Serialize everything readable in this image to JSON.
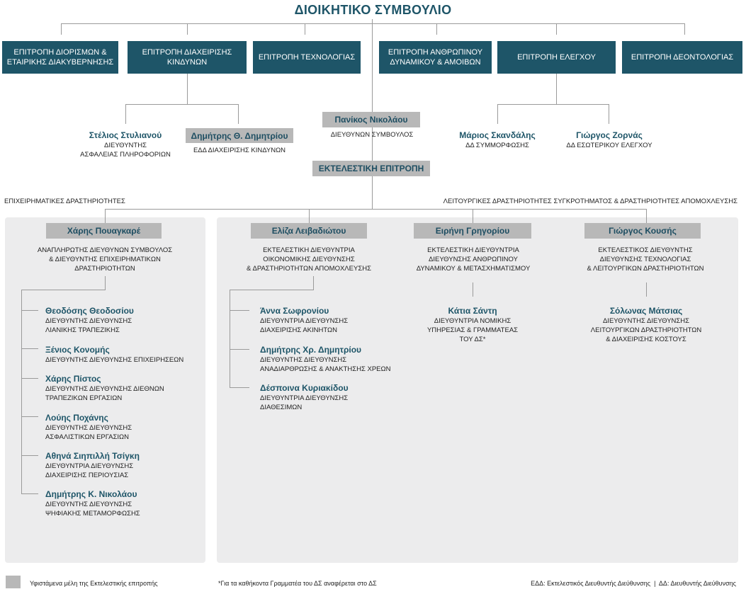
{
  "title": "ΔΙΟΙΚΗΤΙΚΟ ΣΥΜΒΟΥΛΙΟ",
  "committees": [
    "ΕΠΙΤΡΟΠΗ ΔΙΟΡΙΣΜΩΝ &\nΕΤΑΙΡΙΚΗΣ ΔΙΑΚΥΒΕΡΝΗΣΗΣ",
    "ΕΠΙΤΡΟΠΗ ΔΙΑΧΕΙΡΙΣΗΣ\nΚΙΝΔΥΝΩΝ",
    "ΕΠΙΤΡΟΠΗ ΤΕΧΝΟΛΟΓΙΑΣ",
    "ΕΠΙΤΡΟΠΗ ΑΝΘΡΩΠΙΝΟΥ\nΔΥΝΑΜΙΚΟΥ & ΑΜΟΙΒΩΝ",
    "ΕΠΙΤΡΟΠΗ ΕΛΕΓΧΟΥ",
    "ΕΠΙΤΡΟΠΗ ΔΕΟΝΤΟΛΟΓΙΑΣ"
  ],
  "risk_reports": [
    {
      "name": "Στέλιος Στυλιανού",
      "role": "ΔΙΕΥΘΥΝΤΗΣ\nΑΣΦΑΛΕΙΑΣ ΠΛΗΡΟΦΟΡΙΩΝ"
    },
    {
      "name": "Δημήτρης Θ. Δημητρίου",
      "role": "ΕΔΔ ΔΙΑΧΕΙΡΙΣΗΣ ΚΙΝΔΥΝΩΝ"
    }
  ],
  "ceo": {
    "name": "Πανίκος Νικολάου",
    "role": "ΔΙΕΥΘΥΝΩΝ ΣΥΜΒΟΥΛΟΣ"
  },
  "audit_reports": [
    {
      "name": "Μάριος Σκανδάλης",
      "role": "ΔΔ ΣΥΜΜΟΡΦΩΣΗΣ"
    },
    {
      "name": "Γιώργος Ζορνάς",
      "role": "ΔΔ ΕΣΩΤΕΡΙΚΟΥ ΕΛΕΓΧΟΥ"
    }
  ],
  "exec_committee": "ΕΚΤΕΛΕΣΤΙΚΗ ΕΠΙΤΡΟΠΗ",
  "section_left": "ΕΠΙΧΕΙΡΗΜΑΤΙΚΕΣ ΔΡΑΣΤΗΡΙΟΤΗΤΕΣ",
  "section_right": "ΛΕΙΤΟΥΡΓΙΚΕΣ ΔΡΑΣΤΗΡΙΟΤΗΤΕΣ ΣΥΓΚΡΟΤΗΜΑΤΟΣ & ΔΡΑΣΤΗΡΙΟΤΗΤΕΣ ΑΠΟΜΟΧΛΕΥΣΗΣ",
  "heads": [
    {
      "name": "Χάρης Πουαγκαρέ",
      "role": "ΑΝΑΠΛΗΡΩΤΗΣ ΔΙΕΥΘΥΝΩΝ ΣΥΜΒΟΥΛΟΣ\n& ΔΙΕΥΘΥΝΤΗΣ ΕΠΙΧΕΙΡΗΜΑΤΙΚΩΝ\nΔΡΑΣΤΗΡΙΟΤΗΤΩΝ"
    },
    {
      "name": "Ελίζα Λειβαδιώτου",
      "role": "ΕΚΤΕΛΕΣΤΙΚΗ ΔΙΕΥΘΥΝΤΡΙΑ\nΟΙΚΟΝΟΜΙΚΗΣ ΔΙΕΥΘΥΝΣΗΣ\n& ΔΡΑΣΤΗΡΙΟΤΗΤΩΝ ΑΠΟΜΟΧΛΕΥΣΗΣ"
    },
    {
      "name": "Ειρήνη Γρηγορίου",
      "role": "ΕΚΤΕΛΕΣΤΙΚΗ ΔΙΕΥΘΥΝΤΡΙΑ\nΔΙΕΥΘΥΝΣΗΣ ΑΝΘΡΩΠΙΝΟΥ\nΔΥΝΑΜΙΚΟΥ & ΜΕΤΑΣΧΗΜΑΤΙΣΜΟΥ"
    },
    {
      "name": "Γιώργος Κουσής",
      "role": "ΕΚΤΕΛΕΣΤΙΚΟΣ ΔΙΕΥΘΥΝΤΗΣ\nΔΙΕΥΘΥΝΣΗΣ ΤΕΧΝΟΛΟΓΙΑΣ\n& ΛΕΙΤΟΥΡΓΙΚΩΝ ΔΡΑΣΤΗΡΙΟΤΗΤΩΝ"
    }
  ],
  "business_reports": [
    {
      "name": "Θεοδόσης Θεοδοσίου",
      "role": "ΔΙΕΥΘΥΝΤΗΣ ΔΙΕΥΘΥΝΣΗΣ\nΛΙΑΝΙΚΗΣ ΤΡΑΠΕΖΙΚΗΣ"
    },
    {
      "name": "Ξένιος Κονομής",
      "role": "ΔΙΕΥΘΥΝΤΗΣ ΔΙΕΥΘΥΝΣΗΣ ΕΠΙΧΕΙΡΗΣΕΩΝ"
    },
    {
      "name": "Χάρης Πίστος",
      "role": "ΔΙΕΥΘΥΝΤΗΣ ΔΙΕΥΘΥΝΣΗΣ ΔΙΕΘΝΩΝ\nΤΡΑΠΕΖΙΚΩΝ ΕΡΓΑΣΙΩΝ"
    },
    {
      "name": "Λούης Ποχάνης",
      "role": "ΔΙΕΥΘΥΝΤΗΣ ΔΙΕΥΘΥΝΣΗΣ\nΑΣΦΑΛΙΣΤΙΚΩΝ ΕΡΓΑΣΙΩΝ"
    },
    {
      "name": "Αθηνά Σιηπιλλή Τσίγκη",
      "role": "ΔΙΕΥΘΥΝΤΡΙΑ ΔΙΕΥΘΥΝΣΗΣ\nΔΙΑΧΕΙΡΙΣΗΣ ΠΕΡΙΟΥΣΙΑΣ"
    },
    {
      "name": "Δημήτρης Κ. Νικολάου",
      "role": "ΔΙΕΥΘΥΝΤΗΣ ΔΙΕΥΘΥΝΣΗΣ\nΨΗΦΙΑΚΗΣ ΜΕΤΑΜΟΡΦΩΣΗΣ"
    }
  ],
  "finance_reports": [
    {
      "name": "Άννα Σωφρονίου",
      "role": "ΔΙΕΥΘΥΝΤΡΙΑ ΔΙΕΥΘΥΝΣΗΣ\nΔΙΑΧΕΙΡΙΣΗΣ ΑΚΙΝΗΤΩΝ"
    },
    {
      "name": "Δημήτρης Χρ. Δημητρίου",
      "role": "ΔΙΕΥΘΥΝΤΗΣ ΔΙΕΥΘΥΝΣΗΣ\nΑΝΑΔΙΑΡΘΡΩΣΗΣ & ΑΝΑΚΤΗΣΗΣ ΧΡΕΩΝ"
    },
    {
      "name": "Δέσποινα Κυριακίδου",
      "role": "ΔΙΕΥΘΥΝΤΡΙΑ ΔΙΕΥΘΥΝΣΗΣ\nΔΙΑΘΕΣΙΜΩΝ"
    }
  ],
  "hr_report": {
    "name": "Κάτια Σάντη",
    "role": "ΔΙΕΥΘΥΝΤΡΙΑ ΝΟΜΙΚΗΣ\nΥΠΗΡΕΣΙΑΣ & ΓΡΑΜΜΑΤΕΑΣ\nΤΟΥ ΔΣ*"
  },
  "tech_report": {
    "name": "Σόλωνας Μάτσιας",
    "role": "ΔΙΕΥΘΥΝΤΗΣ ΔΙΕΥΘΥΝΣΗΣ\nΛΕΙΤΟΥΡΓΙΚΩΝ ΔΡΑΣΤΗΡΙΟΤΗΤΩΝ\n& ΔΙΑΧΕΙΡΙΣΗΣ ΚΟΣΤΟΥΣ"
  },
  "footer": {
    "legend": "Υφιστάμενα μέλη της Εκτελεστικής επιτροπής",
    "note": "*Για τα καθήκοντα Γραμματέα του ΔΣ αναφέρεται στο ΔΣ",
    "abbr": "ΕΔΔ: Εκτελεστικός Διευθυντής Διεύθυνσης  |  ΔΔ: Διευθυντής Διεύθυνσης"
  },
  "colors": {
    "primary": "#1e5568",
    "member_box": "#b8b8b8",
    "panel": "#ececed"
  }
}
